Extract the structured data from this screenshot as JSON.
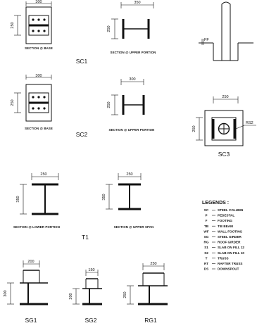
{
  "drawings": {
    "sc1": {
      "tag": "SC1",
      "base": {
        "width_dim": "300",
        "height_dim": "250",
        "caption": "SECTION @ BASE"
      },
      "upper": {
        "width_dim": "350",
        "height_dim": "250",
        "caption": "SECTION @ UPPER PORTION"
      },
      "elevation": {
        "label": "FF"
      }
    },
    "sc2": {
      "tag": "SC2",
      "base": {
        "width_dim": "300",
        "height_dim": "250",
        "caption": "SECTION @ BASE"
      },
      "upper": {
        "width_dim": "300",
        "height_dim": "250",
        "caption": "SECTION @ UPPER PORTION"
      }
    },
    "sc3": {
      "tag": "SC3",
      "width_dim": "250",
      "height_dim": "250",
      "callout": "RS2"
    },
    "t1": {
      "tag": "T1",
      "lower": {
        "width_dim": "250",
        "height_dim": "350",
        "caption": "SECTION @ LOWER PORTION"
      },
      "upper": {
        "width_dim": "250",
        "height_dim": "350",
        "caption": "SECTION @ UPPER SPAN"
      }
    },
    "sg1": {
      "tag": "SG1",
      "width_dim": "200",
      "height_dim": "300"
    },
    "sg2": {
      "tag": "SG2",
      "width_dim": "150",
      "height_dim": "200"
    },
    "rg1": {
      "tag": "RG1",
      "width_dim": "250",
      "height_dim": "250"
    }
  },
  "legend": {
    "title": "LEGENDS :",
    "items": [
      {
        "code": "SC",
        "desc": "STEEL COLUMN"
      },
      {
        "code": "P",
        "desc": "PEDESTAL"
      },
      {
        "code": "F",
        "desc": "FOOTING"
      },
      {
        "code": "TB",
        "desc": "TIE BEAM"
      },
      {
        "code": "WF",
        "desc": "WALL FOOTING"
      },
      {
        "code": "SG",
        "desc": "STEEL GIRDER"
      },
      {
        "code": "RG",
        "desc": "ROOF GIRDER"
      },
      {
        "code": "S1",
        "desc": "SLAB ON FILL 12"
      },
      {
        "code": "S2",
        "desc": "SLAB ON FILL 10"
      },
      {
        "code": "T",
        "desc": "TRUSS"
      },
      {
        "code": "RT",
        "desc": "RAFTER TRUSS"
      },
      {
        "code": "DS",
        "desc": "DOWNSPOUT"
      }
    ]
  }
}
